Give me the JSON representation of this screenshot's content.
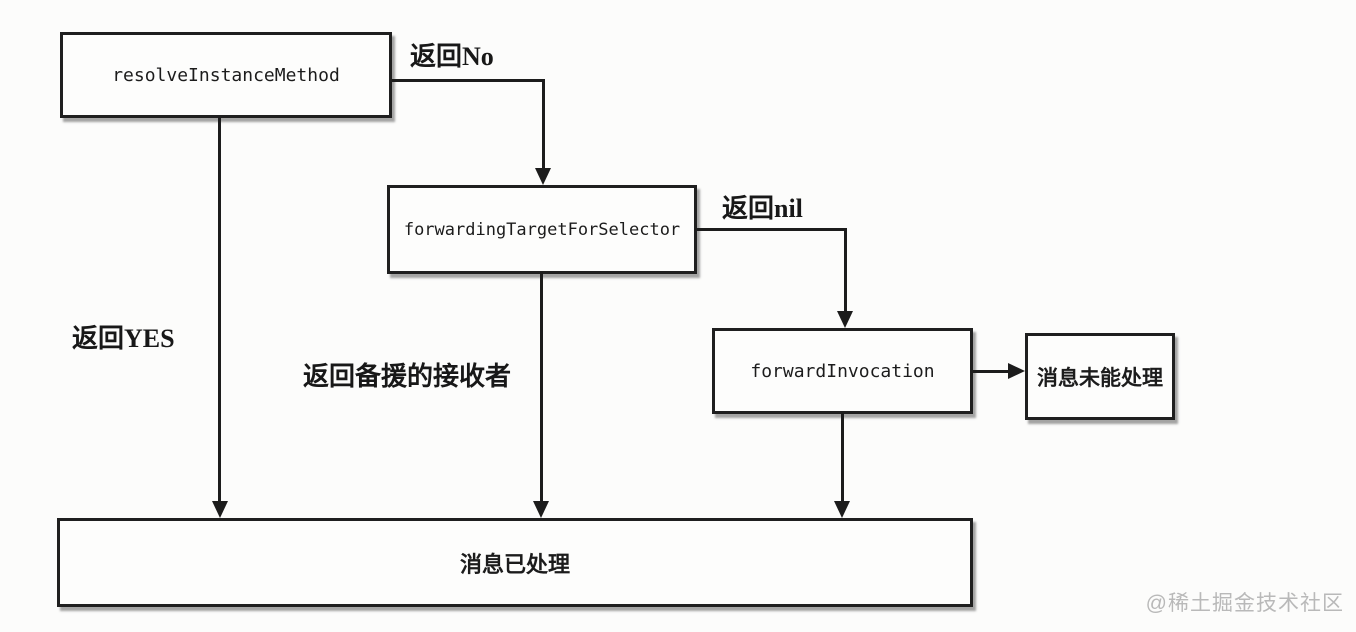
{
  "diagram": {
    "type": "flowchart",
    "colors": {
      "background": "#fcfcfb",
      "line": "#1c1c1c",
      "box_border": "#1f1f1f",
      "box_fill": "#fdfdfc",
      "watermark": "#b9b9b9"
    },
    "nodes": [
      {
        "id": "resolveInstanceMethod",
        "label": "resolveInstanceMethod",
        "style": "code"
      },
      {
        "id": "forwardingTargetForSelector",
        "label": "forwardingTargetForSelector",
        "style": "code"
      },
      {
        "id": "forwardInvocation",
        "label": "forwardInvocation",
        "style": "code"
      },
      {
        "id": "message-unhandled",
        "label": "消息未能处理",
        "style": "cjk-bold"
      },
      {
        "id": "message-handled",
        "label": "消息已处理",
        "style": "cjk-bold"
      }
    ],
    "edges": [
      {
        "from": "resolveInstanceMethod",
        "to": "forwardingTargetForSelector",
        "label": "返回No"
      },
      {
        "from": "resolveInstanceMethod",
        "to": "message-handled",
        "label": "返回YES"
      },
      {
        "from": "forwardingTargetForSelector",
        "to": "forwardInvocation",
        "label": "返回nil"
      },
      {
        "from": "forwardingTargetForSelector",
        "to": "message-handled",
        "label": "返回备援的接收者"
      },
      {
        "from": "forwardInvocation",
        "to": "message-handled",
        "label": ""
      },
      {
        "from": "forwardInvocation",
        "to": "message-unhandled",
        "label": ""
      }
    ],
    "watermark": {
      "text": "@稀土掘金技术社区"
    }
  }
}
